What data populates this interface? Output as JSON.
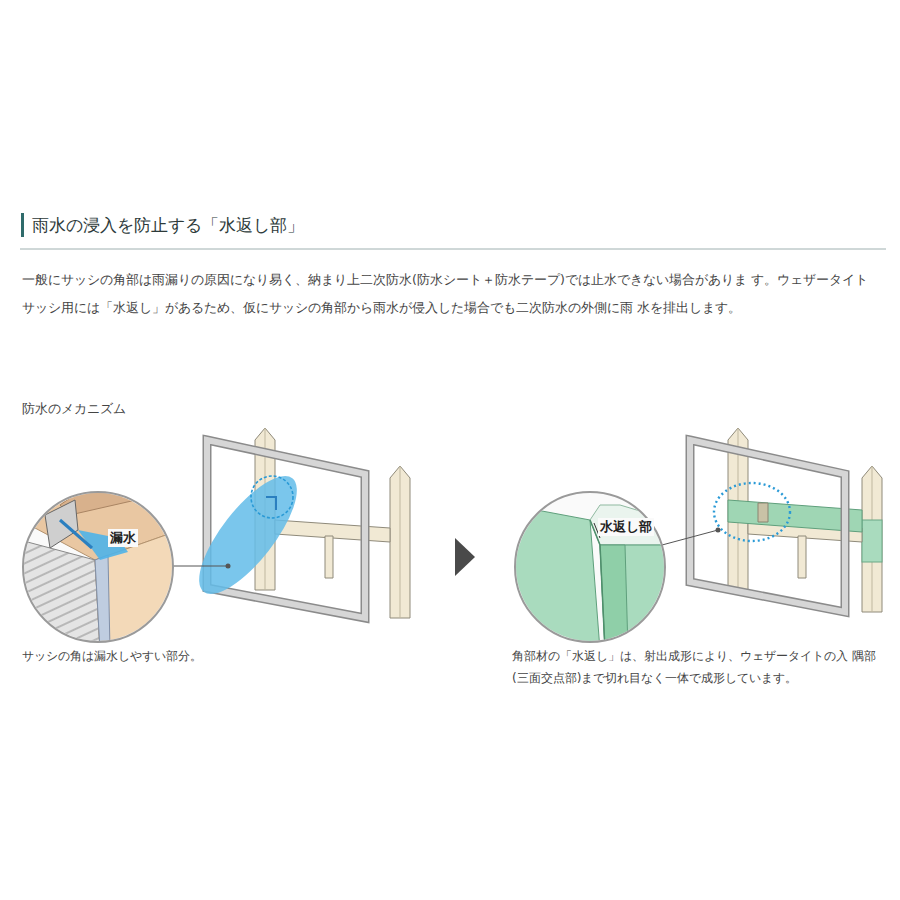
{
  "diagram": {
    "title": "雨水の浸入を防止する「水返し部」",
    "labels": [
      "一般にサッシの角部は雨漏りの原因になり易く、納まり上二次防水(防水シート＋防水テープ)では止水できない場合がありま す。ウェザータイト　サッシ用には「水返し」があるため、仮にサッシの角部から雨水が侵入した場合でも二次防水の外側に雨 水を排出します。",
      "防水のメカニズム",
      "漏水",
      "水返し部",
      "サッシの角は漏水しやすい部分。",
      "角部材の「水返し」は、射出成形により、ウェザータイトの入 隅部(三面交点部)まで切れ目なく一体で成形しています。"
    ]
  }
}
